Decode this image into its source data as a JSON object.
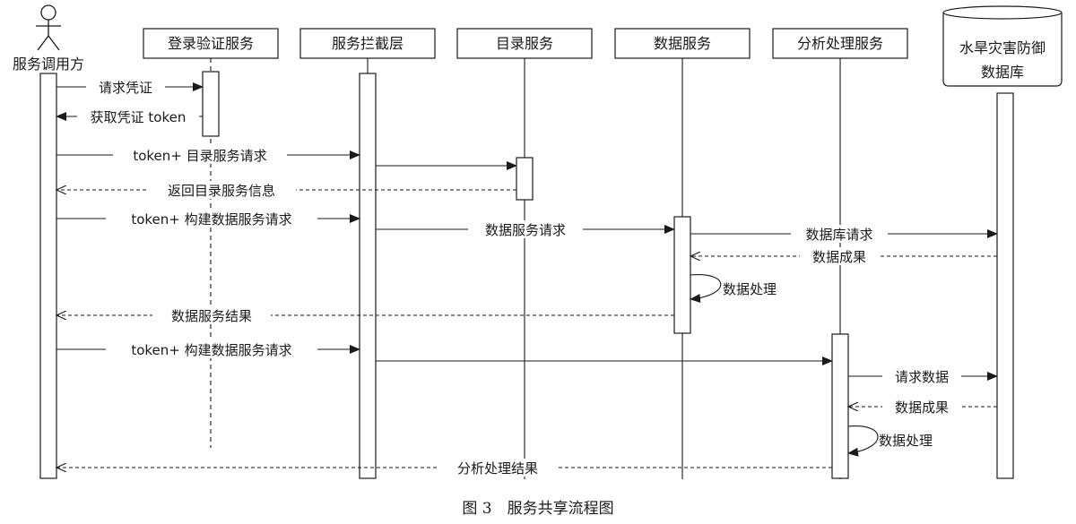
{
  "participants": {
    "caller": "服务调用方",
    "login": "登录验证服务",
    "intercept": "服务拦截层",
    "catalog": "目录服务",
    "data": "数据服务",
    "analysis": "分析处理服务",
    "db_line1": "水旱灾害防御",
    "db_line2": "数据库"
  },
  "messages": {
    "m1": "请求凭证",
    "m2": "获取凭证 token",
    "m3": "token+ 目录服务请求",
    "m4": "返回目录服务信息",
    "m5": "token+ 构建数据服务请求",
    "m6": "数据服务请求",
    "m7": "数据库请求",
    "m8": "数据成果",
    "m9": "数据处理",
    "m10": "数据服务结果",
    "m11": "token+ 构建数据服务请求",
    "m12": "请求数据",
    "m13": "数据成果",
    "m14": "数据处理",
    "m15": "分析处理结果"
  },
  "caption": "图 3　服务共享流程图"
}
